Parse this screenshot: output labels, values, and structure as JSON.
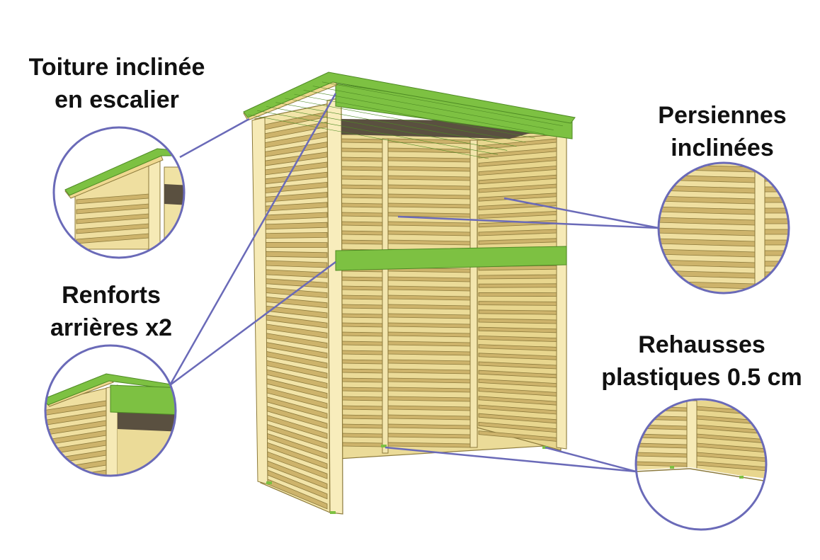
{
  "colors": {
    "wood": "#F0E2A4",
    "wood_dark": "#CDB36B",
    "wood_line": "#8C7A3C",
    "green": "#7DC142",
    "green_dark": "#4E8A24",
    "callout": "#6A6AB8",
    "shadow": "#5A5040"
  },
  "callouts": {
    "roof": {
      "line1": "Toiture inclinée",
      "line2": "en escalier"
    },
    "louvers": {
      "line1": "Persiennes",
      "line2": "inclinées"
    },
    "back": {
      "line1": "Renforts",
      "line2": "arrières x2"
    },
    "feet": {
      "line1": "Rehausses",
      "line2": "plastiques 0.5 cm"
    }
  }
}
